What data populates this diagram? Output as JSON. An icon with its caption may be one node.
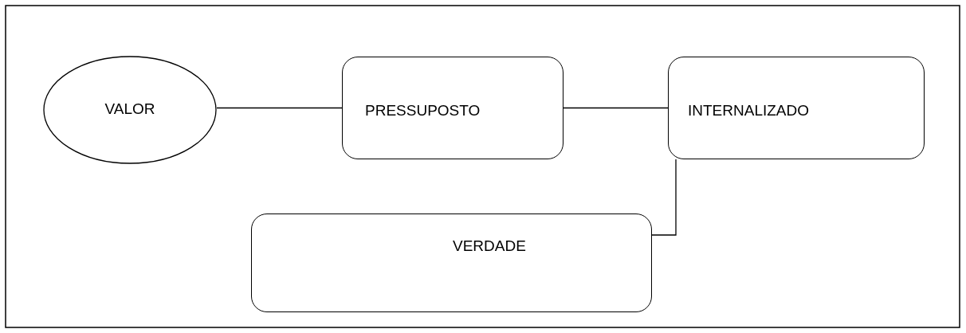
{
  "diagram": {
    "nodes": [
      {
        "text": [
          "VALOR"
        ]
      },
      {
        "text": [
          "PRESSUPOSTO"
        ]
      },
      {
        "text": [
          "INTERNALIZADO"
        ]
      },
      {
        "text": [
          "VERDADE"
        ]
      }
    ],
    "edges": [
      {
        "from": 0,
        "to": 1,
        "arrow": "none"
      },
      {
        "from": 1,
        "to": 2,
        "arrow": "none"
      },
      {
        "from": 3,
        "to": 2,
        "arrow": "none"
      }
    ]
  }
}
